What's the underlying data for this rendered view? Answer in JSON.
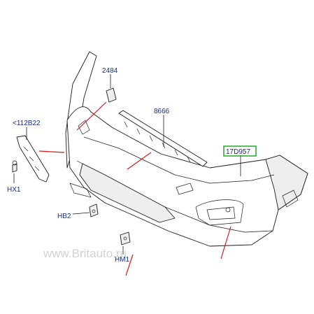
{
  "callouts": {
    "bracket": "2484",
    "strip": "8666",
    "retainer": "<112B22",
    "bumper": "17D957",
    "clip_hx": "HX1",
    "bolt_hb": "HB2",
    "bolt_hm": "HM1"
  },
  "highlight_color": "#22aa22",
  "accent_line_color": "#e01818",
  "callout_color": "#1a2a8c",
  "watermark": "www.Britauto.ru"
}
